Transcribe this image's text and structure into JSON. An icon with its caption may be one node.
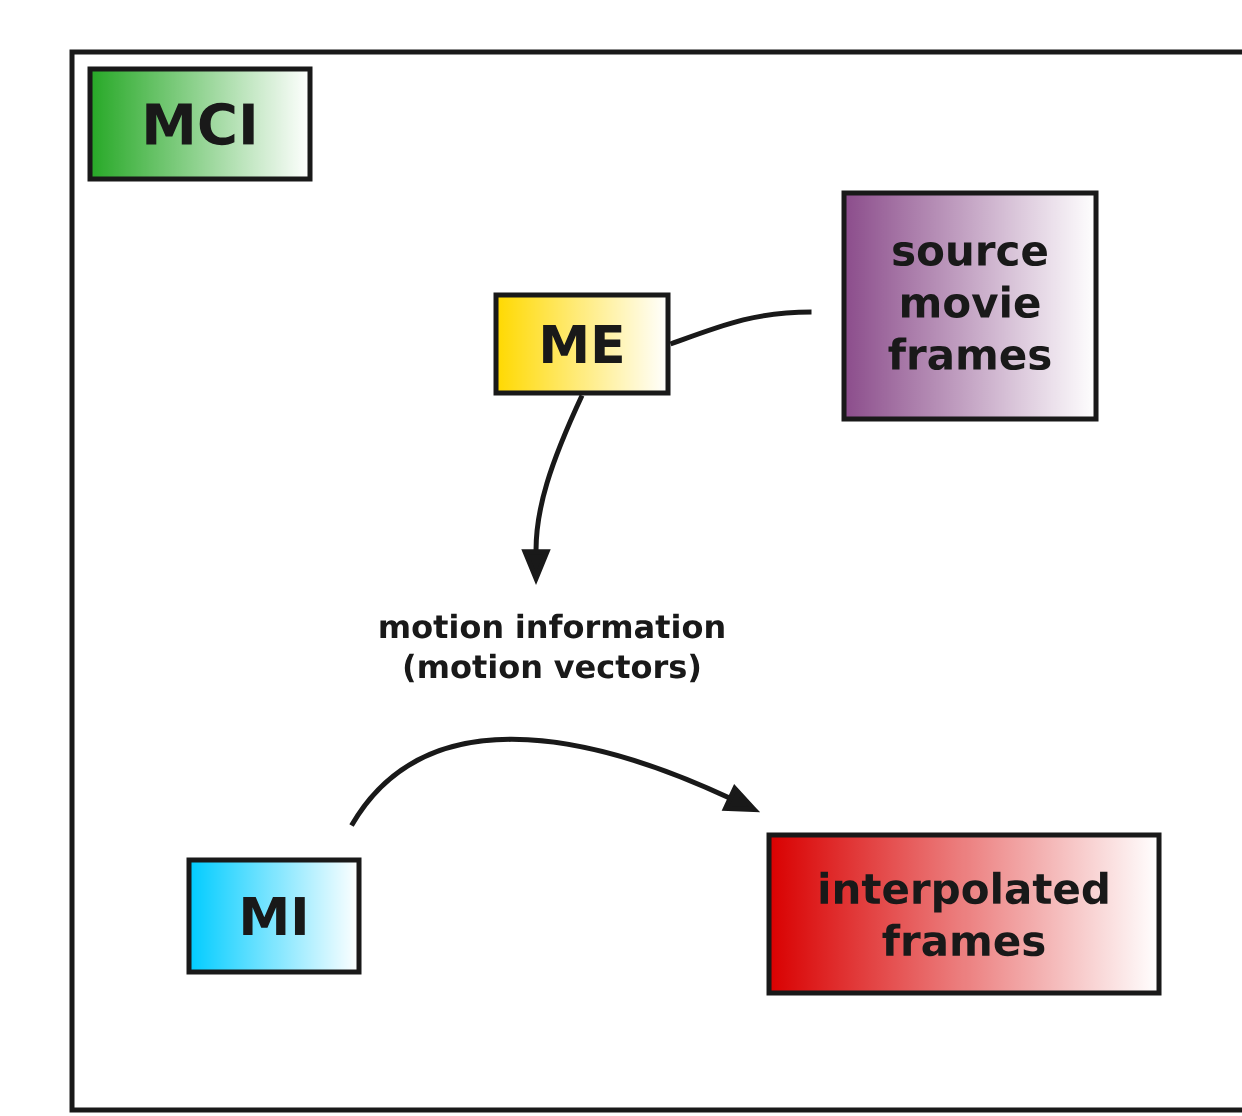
{
  "diagram": {
    "nodes": [
      {
        "text": [
          "MCI"
        ]
      },
      {
        "text": [
          "ME"
        ]
      },
      {
        "text": [
          "source movie frames"
        ]
      },
      {
        "text": [
          "motion information (motion vectors)"
        ]
      },
      {
        "text": [
          "MI"
        ]
      },
      {
        "text": [
          "interpolated frames"
        ]
      }
    ],
    "edges": [
      {
        "from": 2,
        "to": 1,
        "arrow": "none"
      },
      {
        "from": 1,
        "to": 3,
        "arrow": "to"
      },
      {
        "from": 4,
        "to": 5,
        "arrow": "to"
      }
    ]
  }
}
